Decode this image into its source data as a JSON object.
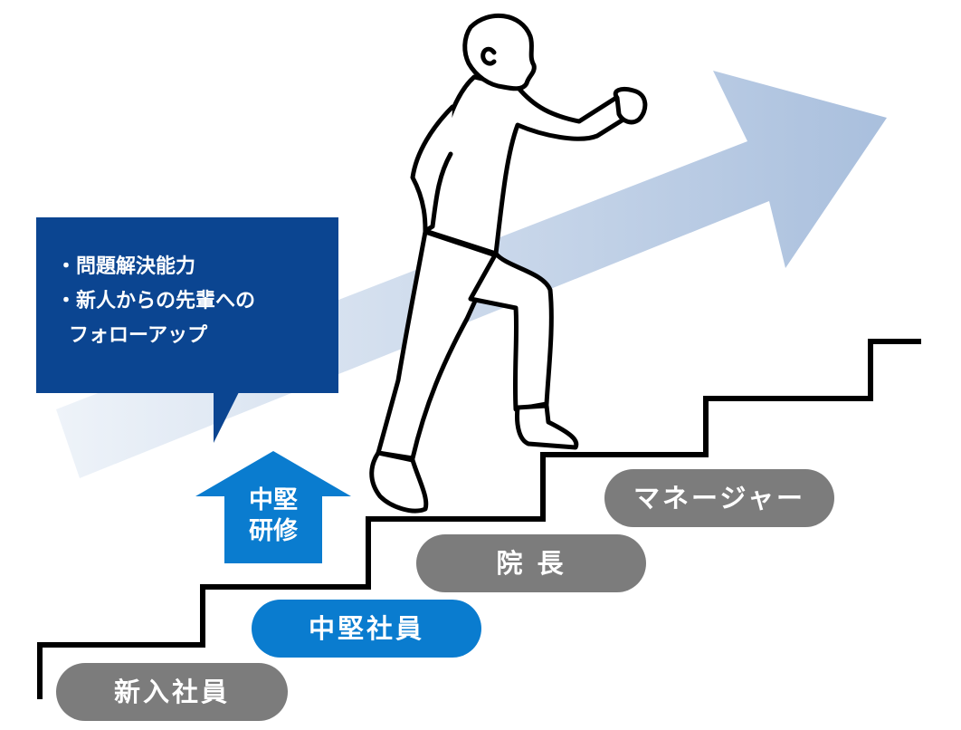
{
  "callout": {
    "lines": [
      "・問題解決能力",
      "・新人からの先輩への",
      "フォローアップ"
    ]
  },
  "training_arrow": {
    "line1": "中堅",
    "line2": "研修"
  },
  "stages": [
    {
      "label": "新入社員",
      "color": "#7c7c7c"
    },
    {
      "label": "中堅社員",
      "color": "#0a7ccf"
    },
    {
      "label": "院 長",
      "color": "#7c7c7c"
    },
    {
      "label": "マネージャー",
      "color": "#7c7c7c"
    }
  ],
  "colors": {
    "callout": "#0b4591",
    "accent_blue": "#0a7ccf",
    "arrow_light": "#eef3f9",
    "arrow_dark": "#a9bfdd",
    "stairs": "#000000"
  }
}
